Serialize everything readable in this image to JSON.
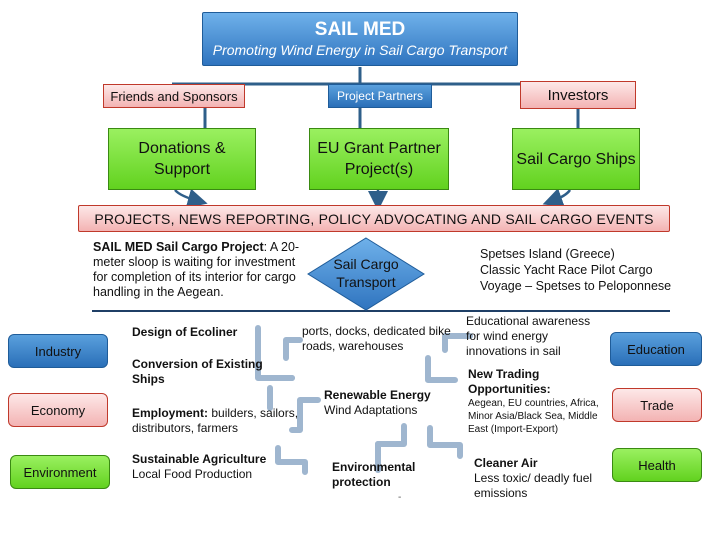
{
  "header": {
    "title": "SAIL MED",
    "subtitle": "Promoting Wind Energy in Sail Cargo Transport"
  },
  "top_row": {
    "friends": "Friends and Sponsors",
    "partners": "Project Partners",
    "investors": "Investors"
  },
  "green_row": {
    "donations": "Donations & Support",
    "grant": "EU Grant Partner Project(s)",
    "ships": "Sail Cargo Ships"
  },
  "banner": "PROJECTS, NEWS REPORTING, POLICY ADVOCATING AND SAIL CARGO EVENTS",
  "project": {
    "lead": "SAIL MED Sail Cargo Project",
    "text": ": A 20-meter sloop is waiting for investment for completion of its interior for cargo handling in the Aegean."
  },
  "diamond": {
    "line1": "Sail Cargo",
    "line2": "Transport"
  },
  "spetses": {
    "line1": "Spetses Island (Greece)",
    "line2": "Classic Yacht Race Pilot Cargo",
    "line3": "Voyage – Spetses to Peloponnese"
  },
  "left_categories": [
    "Industry",
    "Economy",
    "Environment"
  ],
  "right_categories": [
    "Education",
    "Trade",
    "Health"
  ],
  "items": {
    "ecoliner": "Design of Ecoliner",
    "conversion": "Conversion of Existing Ships",
    "employment_lead": "Employment:",
    "employment_text": " builders, sailors, distributors, farmers",
    "agri_lead": "Sustainable Agriculture",
    "agri_text": "Local Food Production",
    "ports": "ports, docks, dedicated bike roads, warehouses",
    "renewable_lead": "Renewable Energy",
    "renewable_text": "Wind Adaptations",
    "envprot": "Environmental protection",
    "education": "Educational awareness for wind energy innovations in sail",
    "trading_lead": "New Trading Opportunities:",
    "trading_text": "Aegean, EU countries, Africa, Minor Asia/Black Sea, Middle East (Import-Export)",
    "air_lead": "Cleaner Air",
    "air_text": "Less toxic/ deadly fuel emissions"
  },
  "colors": {
    "blue": "#2f74bf",
    "red_border": "#c0392b",
    "green": "#62d21f",
    "arrow": "#2f5f8a",
    "bent_arrow": "#9fb6cf"
  }
}
